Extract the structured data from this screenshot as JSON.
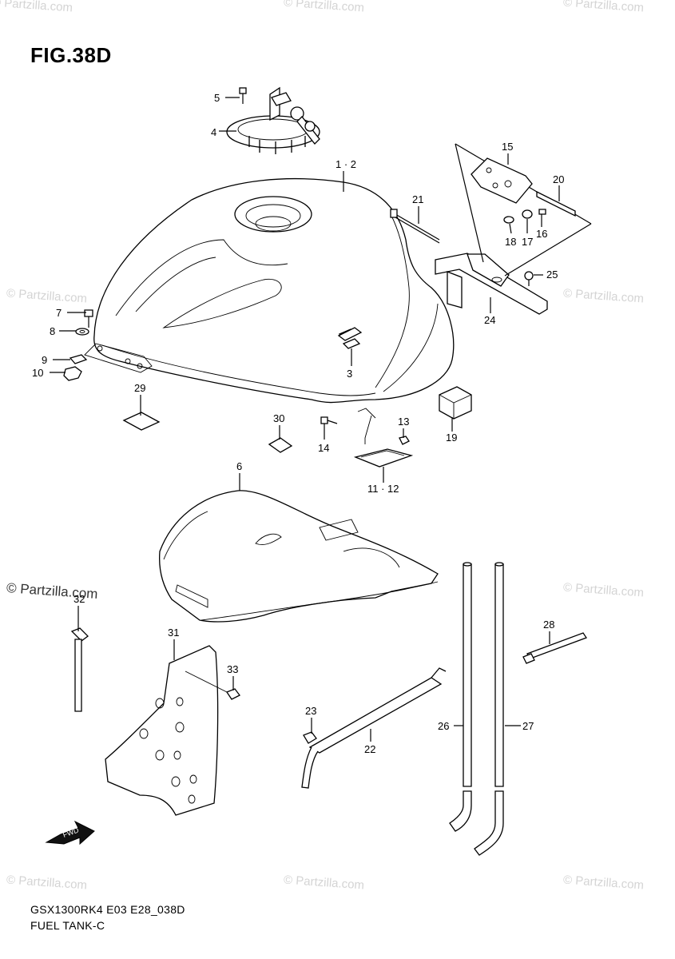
{
  "figure": {
    "title": "FIG.38D"
  },
  "footer": {
    "code": "GSX1300RK4 E03 E28_038D",
    "name": "FUEL TANK-C"
  },
  "watermark": {
    "text": "© Partzilla.com"
  },
  "fwd_arrow": {
    "label": "FWD"
  },
  "callouts": {
    "c1_2": "1 · 2",
    "c3": "3",
    "c4": "4",
    "c5": "5",
    "c6": "6",
    "c7": "7",
    "c8": "8",
    "c9": "9",
    "c10": "10",
    "c11_12": "11 · 12",
    "c13": "13",
    "c14": "14",
    "c15": "15",
    "c16": "16",
    "c17": "17",
    "c18": "18",
    "c19": "19",
    "c20": "20",
    "c21": "21",
    "c22": "22",
    "c23": "23",
    "c24": "24",
    "c25": "25",
    "c26": "26",
    "c27": "27",
    "c28": "28",
    "c29": "29",
    "c30": "30",
    "c31": "31",
    "c32": "32",
    "c33": "33"
  }
}
